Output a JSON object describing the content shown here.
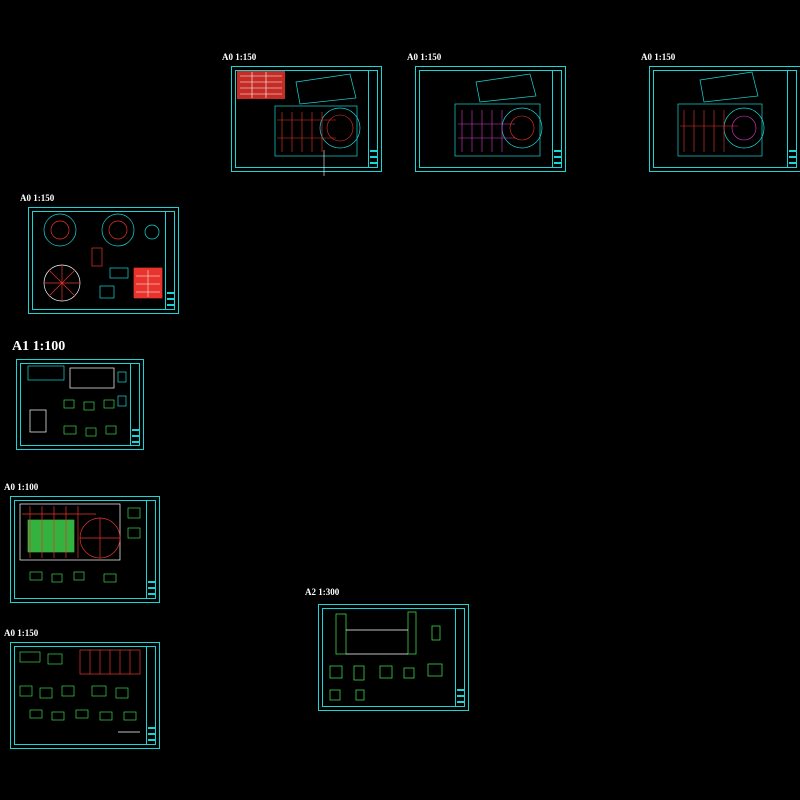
{
  "colors": {
    "background": "#000000",
    "frame": "#19d6d6",
    "line_red": "#e8342c",
    "line_green": "#3cd24a",
    "line_magenta": "#d83cc8",
    "line_white": "#e6e6e6"
  },
  "sheets": [
    {
      "id": "plan-1",
      "scale_label": "A0 1:150"
    },
    {
      "id": "plan-2",
      "scale_label": "A0 1:150"
    },
    {
      "id": "plan-3",
      "scale_label": "A0 1:150"
    },
    {
      "id": "domes",
      "scale_label": "A0 1:150"
    },
    {
      "id": "details-a1",
      "scale_label": "A1 1:100"
    },
    {
      "id": "plan-green",
      "scale_label": "A0 1:100"
    },
    {
      "id": "details-green",
      "scale_label": "A0 1:150"
    },
    {
      "id": "sections",
      "scale_label": "A2 1:300"
    }
  ]
}
